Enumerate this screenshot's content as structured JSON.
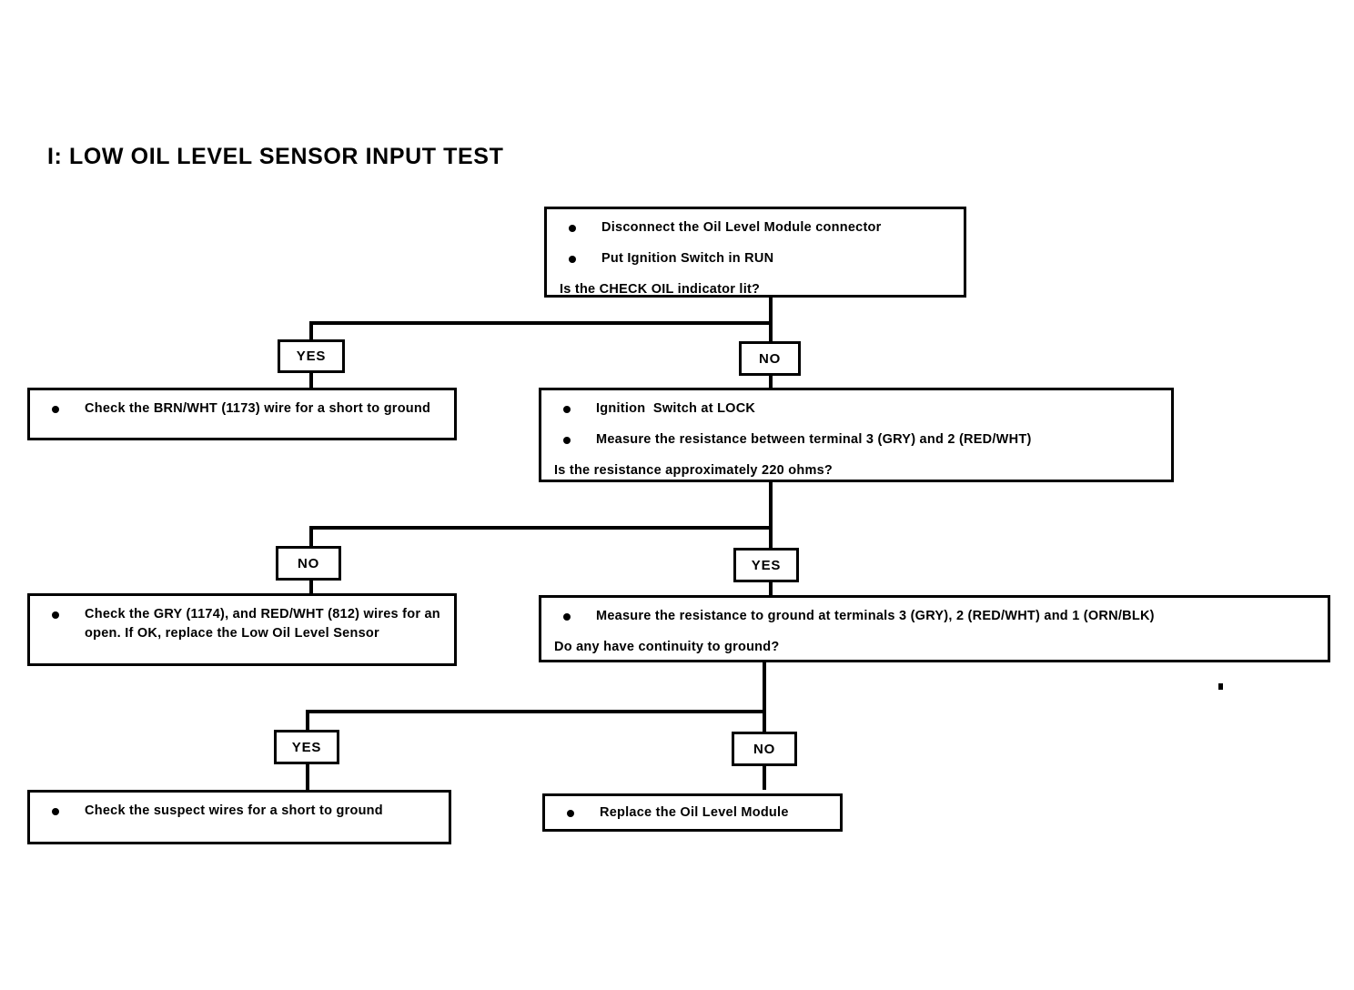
{
  "document": {
    "title": "I: LOW OIL LEVEL SENSOR INPUT TEST"
  },
  "flowchart": {
    "type": "decision-tree",
    "nodes": {
      "start": {
        "id": "start",
        "kind": "action-question",
        "bullets": [
          "Disconnect the Oil Level Module connector",
          "Put Ignition Switch in RUN"
        ],
        "question": "Is the CHECK OIL indicator lit?"
      },
      "check_brn_wht": {
        "id": "check_brn_wht",
        "kind": "action",
        "bullets": [
          "Check the BRN/WHT (1173) wire for a short to ground"
        ]
      },
      "measure_220": {
        "id": "measure_220",
        "kind": "action-question",
        "bullets": [
          "Ignition  Switch at LOCK",
          "Measure the resistance between terminal 3 (GRY) and 2 (RED/WHT)"
        ],
        "question": "Is the resistance approximately 220 ohms?"
      },
      "check_gry_red": {
        "id": "check_gry_red",
        "kind": "action",
        "bullets": [
          "Check the GRY (1174), and RED/WHT (812) wires for an open. If OK, replace the Low Oil Level Sensor"
        ]
      },
      "measure_ground": {
        "id": "measure_ground",
        "kind": "action-question",
        "bullets": [
          "Measure the resistance to ground at terminals 3 (GRY), 2 (RED/WHT) and 1 (ORN/BLK)"
        ],
        "question": "Do any have continuity to ground?"
      },
      "check_suspect": {
        "id": "check_suspect",
        "kind": "action",
        "bullets": [
          "Check the suspect wires for a short to ground"
        ]
      },
      "replace_module": {
        "id": "replace_module",
        "kind": "action",
        "bullets": [
          "Replace the Oil Level Module"
        ]
      }
    },
    "branches": [
      {
        "id": "branch-1",
        "from": "start",
        "left_label": "YES",
        "right_label": "NO",
        "left_target": "check_brn_wht",
        "right_target": "measure_220"
      },
      {
        "id": "branch-2",
        "from": "measure_220",
        "left_label": "NO",
        "right_label": "YES",
        "left_target": "check_gry_red",
        "right_target": "measure_ground"
      },
      {
        "id": "branch-3",
        "from": "measure_ground",
        "left_label": "YES",
        "right_label": "NO",
        "left_target": "check_suspect",
        "right_target": "replace_module"
      }
    ],
    "colors": {
      "ink": "#000000",
      "paper": "#ffffff"
    }
  }
}
